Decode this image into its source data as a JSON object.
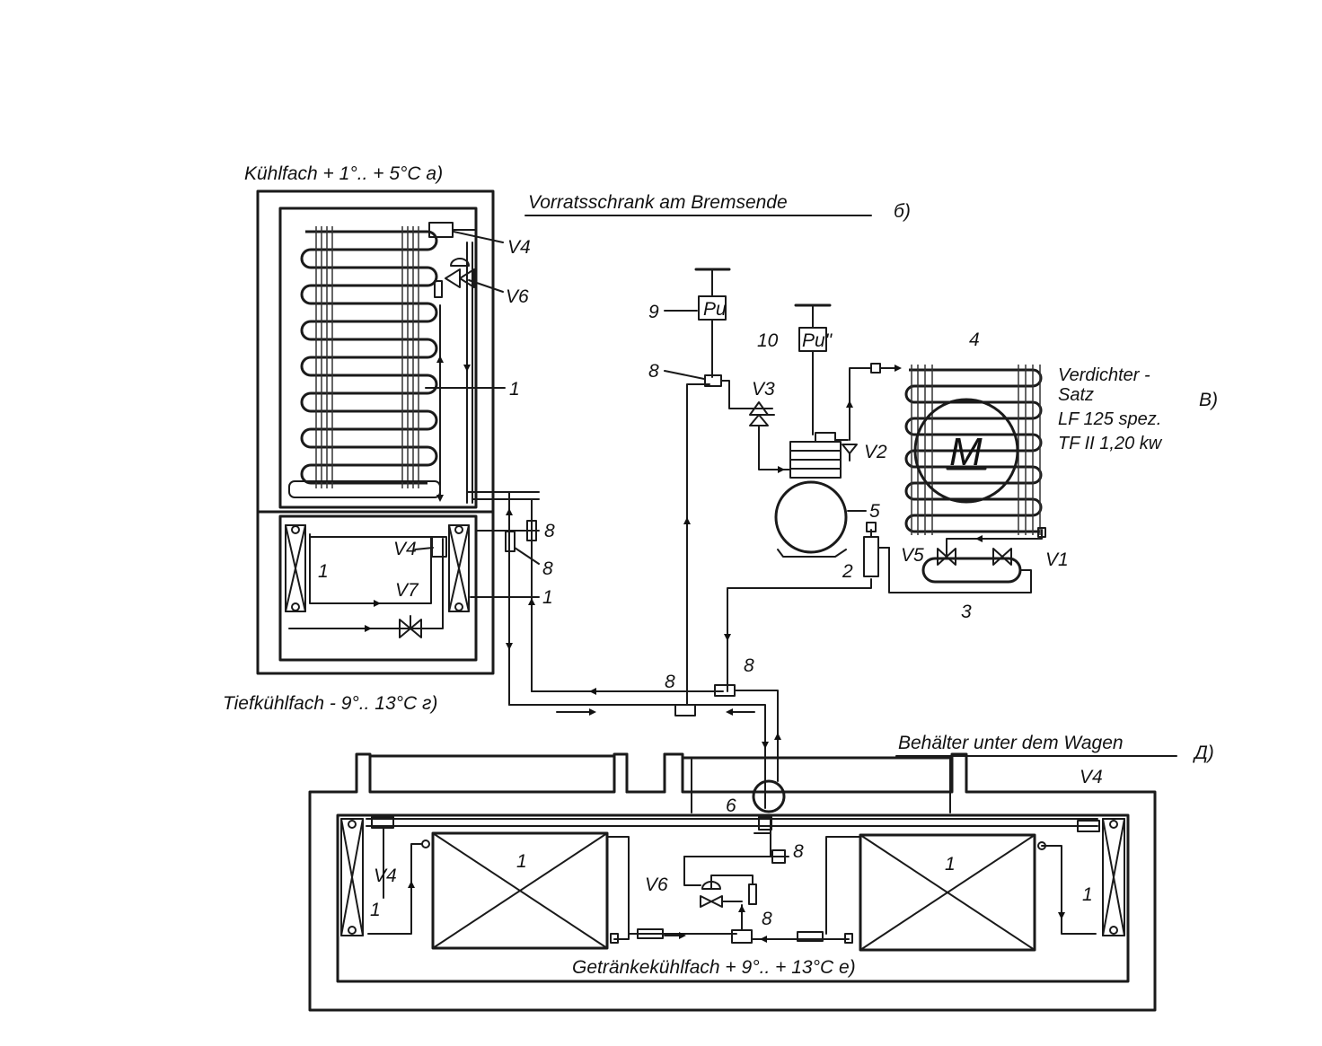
{
  "labels": {
    "kuehlfach": "Kühlfach + 1°.. + 5°C a)",
    "vorratsschrank": "Vorratsschrank am Bremsende",
    "vorratsschrank_tag": "б)",
    "verdichter_line1": "Verdichter -",
    "verdichter_line2": "Satz",
    "verdichter_tag": "B)",
    "verdichter_model": "LF 125 spez.",
    "verdichter_power": "TF II 1,20 kw",
    "tiefkuehlfach": "Tiefkühlfach  - 9°.. 13°C г)",
    "behaelter": "Behälter unter dem Wagen",
    "behaelter_tag": "Д)",
    "getraenke": "Getränkekühlfach  + 9°.. + 13°C  e)",
    "motor": "M",
    "pu": "Pu",
    "pu2": "Pu\""
  },
  "components": {
    "V1": "V1",
    "V2": "V2",
    "V3": "V3",
    "V4": "V4",
    "V5": "V5",
    "V6": "V6",
    "V7": "V7",
    "n1": "1",
    "n2": "2",
    "n3": "3",
    "n4": "4",
    "n5": "5",
    "n6": "6",
    "n8": "8",
    "n9": "9",
    "n10": "10"
  }
}
